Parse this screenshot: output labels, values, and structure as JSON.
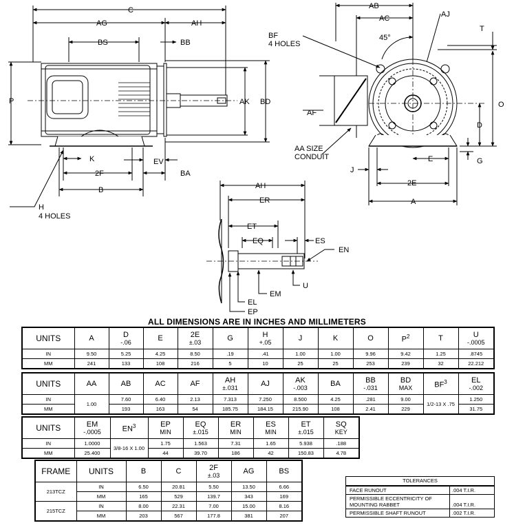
{
  "heading": "ALL DIMENSIONS ARE IN INCHES AND MILLIMETERS",
  "labels": {
    "C": "C",
    "AG": "AG",
    "AH": "AH",
    "BS": "BS",
    "BB": "BB",
    "P": "P",
    "AK": "AK",
    "BD": "BD",
    "K": "K",
    "EV": "EV",
    "2F": "2F",
    "BA": "BA",
    "B": "B",
    "H": "H",
    "H_sub": "4 HOLES",
    "AB": "AB",
    "AC": "AC",
    "AJ": "AJ",
    "BF": "BF",
    "BF_sub": "4 HOLES",
    "deg": "45°",
    "T": "T",
    "AF": "AF",
    "O": "O",
    "D": "D",
    "AA": "AA SIZE",
    "AA_sub": "CONDUIT",
    "J": "J",
    "E": "E",
    "G": "G",
    "2E": "2E",
    "A": "A",
    "AH2": "AH",
    "ER": "ER",
    "ET": "ET",
    "EQ": "EQ",
    "ES": "ES",
    "EN": "EN",
    "EM": "EM",
    "U": "U",
    "EL": "EL",
    "EP": "EP"
  },
  "table1": {
    "headers": [
      {
        "main": "UNITS",
        "sub": ""
      },
      {
        "main": "A",
        "sub": ""
      },
      {
        "main": "D",
        "sub": "-.06"
      },
      {
        "main": "E",
        "sub": ""
      },
      {
        "main": "2E",
        "sub": "±.03"
      },
      {
        "main": "G",
        "sub": ""
      },
      {
        "main": "H",
        "sub": "+.05"
      },
      {
        "main": "J",
        "sub": ""
      },
      {
        "main": "K",
        "sub": ""
      },
      {
        "main": "O",
        "sub": ""
      },
      {
        "main": "P",
        "sup": "2",
        "sub": ""
      },
      {
        "main": "T",
        "sub": ""
      },
      {
        "main": "U",
        "sub": "-.0005"
      }
    ],
    "rows": [
      [
        "IN",
        "9.50",
        "5.25",
        "4.25",
        "8.50",
        ".19",
        ".41",
        "1.00",
        "1.00",
        "9.96",
        "9.42",
        "1.25",
        ".8745"
      ],
      [
        "MM",
        "241",
        "133",
        "108",
        "216",
        "5",
        "10",
        "25",
        "25",
        "253",
        "239",
        "32",
        "22.212"
      ]
    ]
  },
  "table2": {
    "headers": [
      {
        "main": "UNITS",
        "sub": ""
      },
      {
        "main": "AA",
        "sub": ""
      },
      {
        "main": "AB",
        "sub": ""
      },
      {
        "main": "AC",
        "sub": ""
      },
      {
        "main": "AF",
        "sub": ""
      },
      {
        "main": "AH",
        "sub": "±.031"
      },
      {
        "main": "AJ",
        "sub": ""
      },
      {
        "main": "AK",
        "sub": "-.003"
      },
      {
        "main": "BA",
        "sub": ""
      },
      {
        "main": "BB",
        "sub": "-.031"
      },
      {
        "main": "BD",
        "sub": "MAX"
      },
      {
        "main": "BF",
        "sup": "3",
        "sub": ""
      },
      {
        "main": "EL",
        "sub": "-.002"
      }
    ],
    "aa_value": "1.00",
    "bf_value": "1/2-13 X .75",
    "rows": [
      [
        "IN",
        "7.60",
        "6.40",
        "2.13",
        "7.313",
        "7.250",
        "8.500",
        "4.25",
        ".281",
        "9.00",
        "1.250"
      ],
      [
        "MM",
        "193",
        "163",
        "54",
        "185.75",
        "184.15",
        "215.90",
        "108",
        "2.41",
        "229",
        "31.75"
      ]
    ]
  },
  "table3": {
    "headers": [
      {
        "main": "UNITS",
        "sub": ""
      },
      {
        "main": "EM",
        "sub": "-.0005"
      },
      {
        "main": "EN",
        "sup": "3",
        "sub": ""
      },
      {
        "main": "EP",
        "sub": "MIN"
      },
      {
        "main": "EQ",
        "sub": "±.015"
      },
      {
        "main": "ER",
        "sub": "MIN"
      },
      {
        "main": "ES",
        "sub": "MIN"
      },
      {
        "main": "ET",
        "sub": "±.015"
      },
      {
        "main": "SQ",
        "sub": "KEY"
      }
    ],
    "en_value": "3/8-16 X 1.00",
    "rows": [
      [
        "IN",
        "1.0000",
        "1.75",
        "1.563",
        "7.31",
        "1.65",
        "5.938",
        ".188"
      ],
      [
        "MM",
        "25.400",
        "44",
        "39.70",
        "186",
        "42",
        "150.83",
        "4.78"
      ]
    ]
  },
  "table4": {
    "headers": [
      {
        "main": "FRAME",
        "sub": ""
      },
      {
        "main": "UNITS",
        "sub": ""
      },
      {
        "main": "B",
        "sub": ""
      },
      {
        "main": "C",
        "sub": ""
      },
      {
        "main": "2F",
        "sub": "±.03"
      },
      {
        "main": "AG",
        "sub": ""
      },
      {
        "main": "BS",
        "sub": ""
      }
    ],
    "frames": [
      {
        "name": "213TCZ",
        "rows": [
          [
            "IN",
            "6.50",
            "20.81",
            "5.50",
            "13.50",
            "6.66"
          ],
          [
            "MM",
            "165",
            "529",
            "139.7",
            "343",
            "169"
          ]
        ]
      },
      {
        "name": "215TCZ",
        "rows": [
          [
            "IN",
            "8.00",
            "22.31",
            "7.00",
            "15.00",
            "8.16"
          ],
          [
            "MM",
            "203",
            "567",
            "177.8",
            "381",
            "207"
          ]
        ]
      }
    ]
  },
  "tolerances": {
    "title": "TOLERANCES",
    "rows": [
      {
        "desc": "FACE RUNOUT",
        "value": ".004 T.I.R."
      },
      {
        "desc": "PERMISSIBLE ECCENTRICITY OF MOUNTING RABBET",
        "value": ".004 T.I.R."
      },
      {
        "desc": "PERMISSIBLE SHAFT RUNOUT",
        "value": ".002 T.I.R."
      }
    ]
  }
}
